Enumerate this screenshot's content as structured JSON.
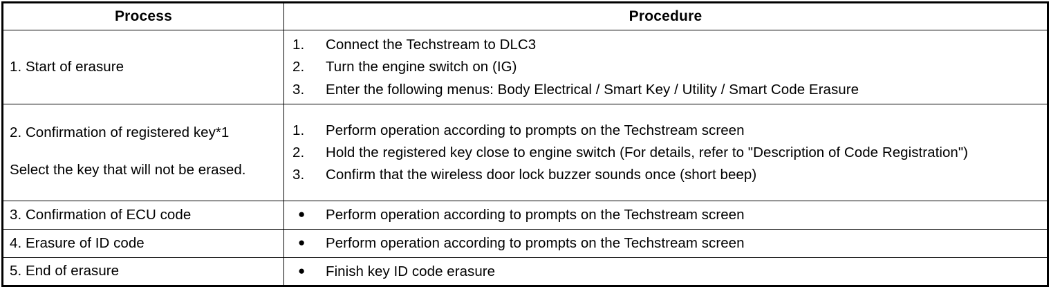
{
  "table": {
    "headers": {
      "process": "Process",
      "procedure": "Procedure"
    },
    "rows": [
      {
        "process": {
          "title": "1. Start of erasure",
          "note": ""
        },
        "procedure": {
          "marker_type": "numbered",
          "items": [
            {
              "marker": "1.",
              "text": "Connect the Techstream to DLC3"
            },
            {
              "marker": "2.",
              "text": "Turn the engine switch on (IG)"
            },
            {
              "marker": "3.",
              "text": "Enter the following menus: Body Electrical / Smart Key / Utility / Smart Code Erasure"
            }
          ]
        }
      },
      {
        "process": {
          "title": "2. Confirmation of registered key*1",
          "note": "Select the key that will not be erased."
        },
        "procedure": {
          "marker_type": "numbered",
          "items": [
            {
              "marker": "1.",
              "text": "Perform operation according to prompts on the Techstream screen"
            },
            {
              "marker": "2.",
              "text": "Hold the registered key close to engine switch (For details, refer to \"Description of Code Registration\")"
            },
            {
              "marker": "3.",
              "text": "Confirm that the wireless door lock buzzer sounds once (short beep)"
            }
          ]
        }
      },
      {
        "process": {
          "title": "3. Confirmation of ECU code",
          "note": ""
        },
        "procedure": {
          "marker_type": "bulleted",
          "items": [
            {
              "marker": "●",
              "text": "Perform operation according to prompts on the Techstream screen"
            }
          ]
        }
      },
      {
        "process": {
          "title": "4. Erasure of ID code",
          "note": ""
        },
        "procedure": {
          "marker_type": "bulleted",
          "items": [
            {
              "marker": "●",
              "text": "Perform operation according to prompts on the Techstream screen"
            }
          ]
        }
      },
      {
        "process": {
          "title": "5. End of erasure",
          "note": ""
        },
        "procedure": {
          "marker_type": "bulleted",
          "items": [
            {
              "marker": "●",
              "text": "Finish key ID code erasure"
            }
          ]
        }
      }
    ]
  },
  "colors": {
    "border": "#000000",
    "text": "#000000",
    "background": "#ffffff"
  }
}
